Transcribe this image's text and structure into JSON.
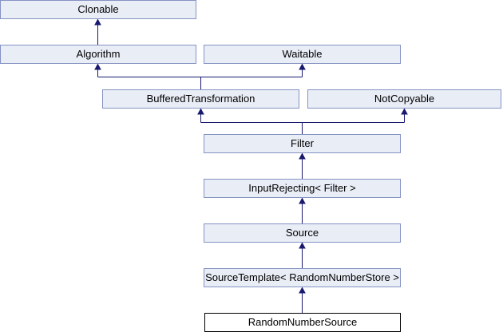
{
  "diagram": {
    "title": "Inheritance diagram for RandomNumberSource",
    "type": "class-inheritance-graph",
    "nodes": [
      {
        "label": "Clonable"
      },
      {
        "label": "Algorithm"
      },
      {
        "label": "Waitable"
      },
      {
        "label": "BufferedTransformation"
      },
      {
        "label": "NotCopyable"
      },
      {
        "label": "Filter"
      },
      {
        "label": "InputRejecting< Filter >"
      },
      {
        "label": "Source"
      },
      {
        "label": "SourceTemplate< RandomNumberStore >"
      },
      {
        "label": "RandomNumberSource",
        "current": true
      }
    ],
    "edges": [
      {
        "from": "Algorithm",
        "to": "Clonable"
      },
      {
        "from": "BufferedTransformation",
        "to": "Algorithm"
      },
      {
        "from": "BufferedTransformation",
        "to": "Waitable"
      },
      {
        "from": "Filter",
        "to": "BufferedTransformation"
      },
      {
        "from": "Filter",
        "to": "NotCopyable"
      },
      {
        "from": "InputRejecting< Filter >",
        "to": "Filter"
      },
      {
        "from": "Source",
        "to": "InputRejecting< Filter >"
      },
      {
        "from": "SourceTemplate< RandomNumberStore >",
        "to": "Source"
      },
      {
        "from": "RandomNumberSource",
        "to": "SourceTemplate< RandomNumberStore >"
      }
    ],
    "colors": {
      "background": "#ffffff",
      "node_fill": "#e9edf6",
      "node_border": "#8593c2",
      "current_node_fill": "#ffffff",
      "current_node_border": "#000000",
      "arrow": "#191970",
      "text": "#000000"
    }
  }
}
